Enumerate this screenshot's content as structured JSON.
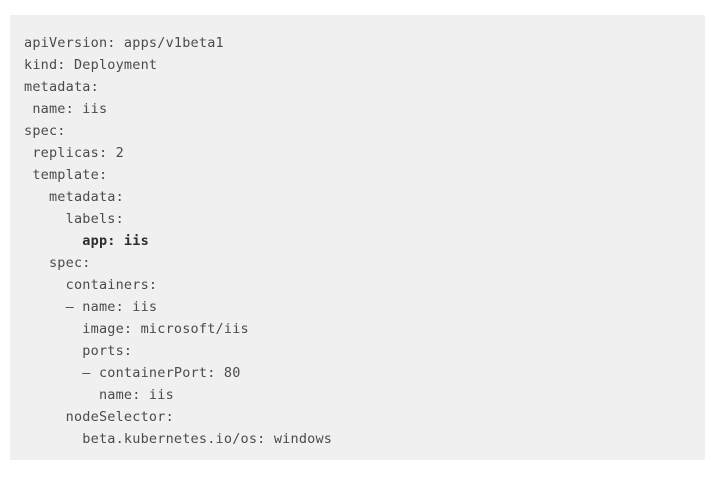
{
  "page": {
    "background_color": "#ffffff"
  },
  "code_block": {
    "background_color": "#f0f0f0",
    "text_color": "#4b4b4b",
    "emphasis_text_color": "#2e2e2e",
    "lines": [
      {
        "text": "apiVersion: apps/v1beta1"
      },
      {
        "text": "kind: Deployment"
      },
      {
        "text": "metadata:"
      },
      {
        "text": " name: iis"
      },
      {
        "text": "spec:"
      },
      {
        "text": " replicas: 2"
      },
      {
        "text": " template:"
      },
      {
        "text": "   metadata:"
      },
      {
        "text": "     labels:"
      },
      {
        "text": "       app: iis",
        "emphasis": true
      },
      {
        "text": "   spec:"
      },
      {
        "text": "     containers:"
      },
      {
        "text": "     — name: iis"
      },
      {
        "text": "       image: microsoft/iis"
      },
      {
        "text": "       ports:"
      },
      {
        "text": "       — containerPort: 80"
      },
      {
        "text": "         name: iis"
      },
      {
        "text": "     nodeSelector:"
      },
      {
        "text": "       beta.kubernetes.io/os: windows"
      }
    ]
  }
}
